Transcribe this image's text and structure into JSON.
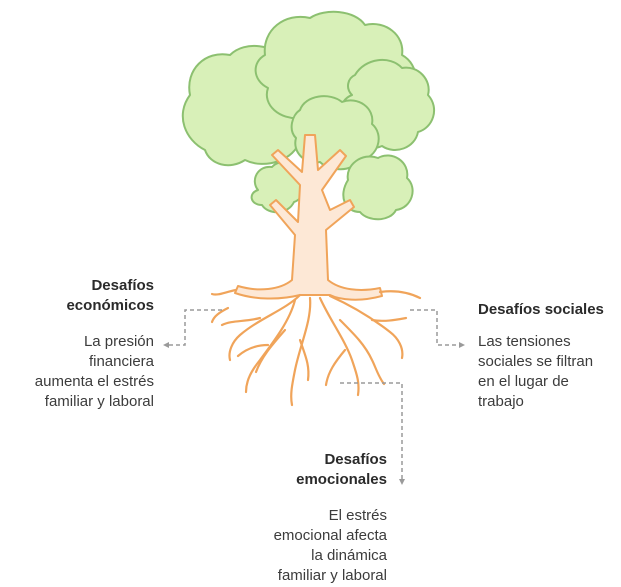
{
  "colors": {
    "foliage_fill": "#d8f0b8",
    "foliage_stroke": "#8cc070",
    "trunk_fill": "#fde8d6",
    "trunk_stroke": "#f0a45a",
    "connector": "#9a9a9a"
  },
  "labels": {
    "economic": {
      "title_line1": "Desafíos",
      "title_line2": "económicos",
      "desc_lines": [
        "La presión",
        "financiera",
        "aumenta el estrés",
        "familiar y laboral"
      ]
    },
    "social": {
      "title": "Desafíos sociales",
      "desc_lines": [
        "Las tensiones",
        "sociales se filtran",
        "en el lugar de",
        "trabajo"
      ]
    },
    "emotional": {
      "title_line1": "Desafíos",
      "title_line2": "emocionales",
      "desc_lines": [
        "El estrés",
        "emocional afecta",
        "la dinámica",
        "familiar y laboral"
      ]
    }
  }
}
